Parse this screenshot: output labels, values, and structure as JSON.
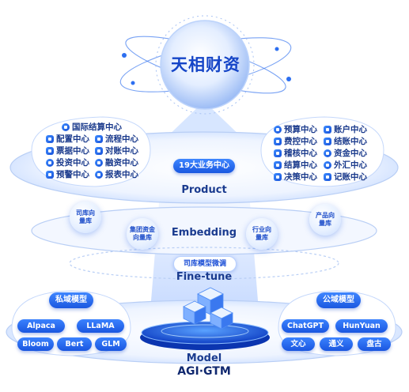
{
  "title": "天相财资",
  "product": {
    "label": "Product",
    "center_badge": "19大业务中心",
    "left_modules": [
      "国际结算中心",
      "配置中心",
      "流程中心",
      "票据中心",
      "对账中心",
      "投资中心",
      "融资中心",
      "预警中心",
      "报表中心"
    ],
    "right_modules": [
      "预算中心",
      "账户中心",
      "费控中心",
      "结账中心",
      "稽核中心",
      "资金中心",
      "结算中心",
      "外汇中心",
      "决策中心",
      "记账中心"
    ]
  },
  "embedding": {
    "label": "Embedding",
    "circles": [
      "司库向量库",
      "集团资金向量库",
      "行业向量库",
      "产品向量库"
    ]
  },
  "finetune": {
    "label": "Fine-tune",
    "badge": "司库模型微调"
  },
  "model": {
    "label": "Model",
    "sublabel": "AGI·GTM",
    "private_group": {
      "title": "私域模型",
      "items": [
        "Alpaca",
        "LLaMA",
        "Bloom",
        "Bert",
        "GLM"
      ]
    },
    "public_group": {
      "title": "公域模型",
      "items": [
        "ChatGPT",
        "HunYuan",
        "文心",
        "通义",
        "盘古"
      ]
    }
  },
  "colors": {
    "primary": "#1f5fe0",
    "navy": "#16327e",
    "ring": "#d6e4ff"
  }
}
